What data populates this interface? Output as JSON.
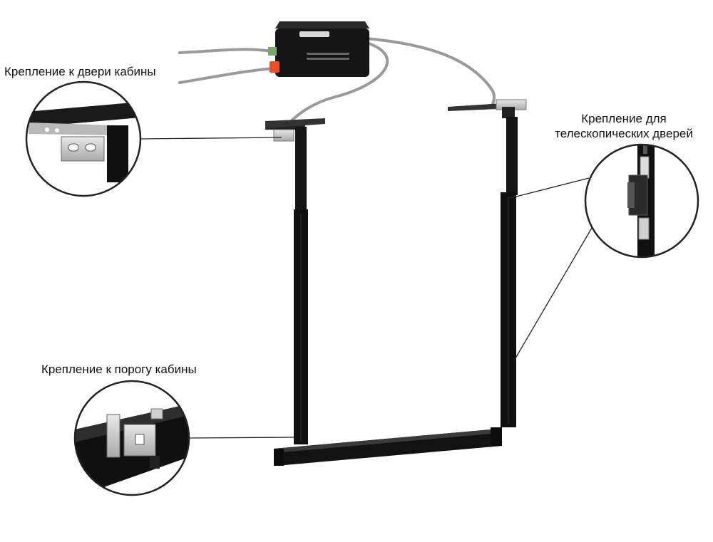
{
  "labels": {
    "door_mount": "Крепление к двери кабины",
    "telescopic_mount": "Крепление для телескопических дверей",
    "sill_mount": "Крепление к порогу кабины"
  },
  "colors": {
    "bar": "#111111",
    "cable": "#9a9a9a",
    "steel": "#c8c8c8",
    "leader": "#222222",
    "accent": "#e8502a"
  }
}
